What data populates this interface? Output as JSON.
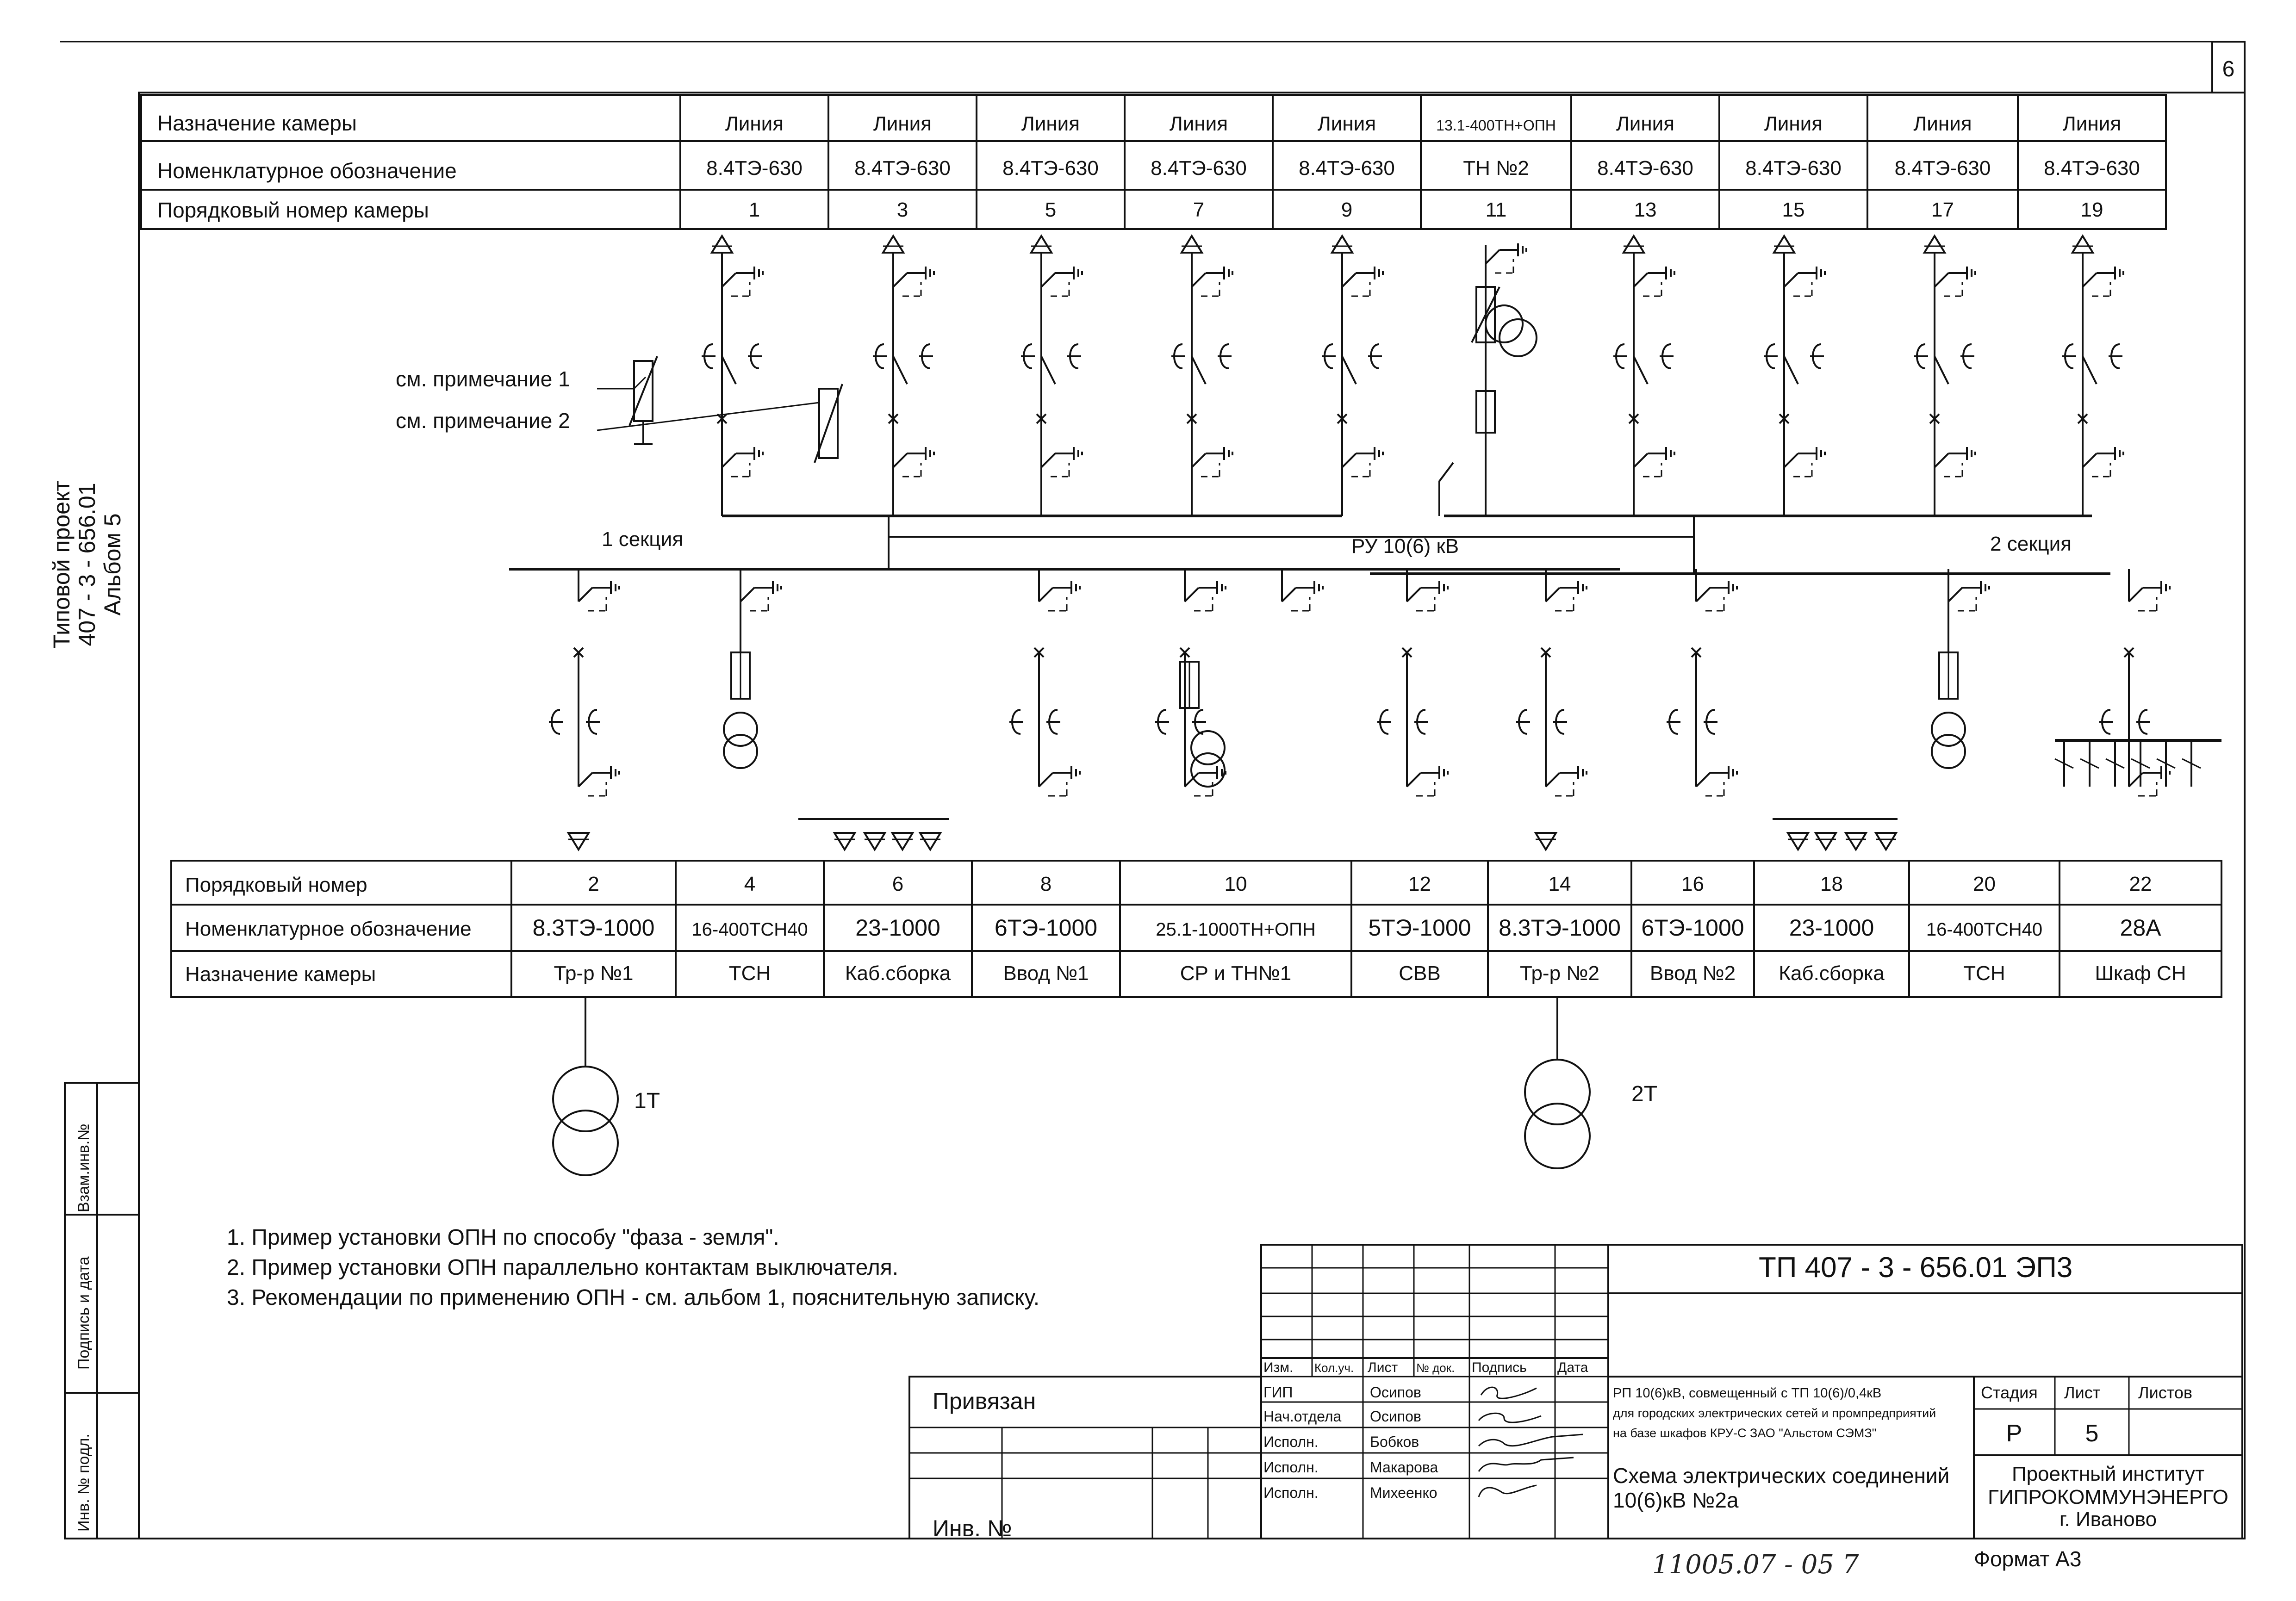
{
  "page_number": "6",
  "side_stamp": {
    "line1": "Типовой проект",
    "line2": "407 - 3 - 656.01",
    "line3": "Альбом 5"
  },
  "left_strip": {
    "vzam": "Взам.инв.№",
    "podpis": "Подпись и дата",
    "inv": "Инв. № подл."
  },
  "top_table": {
    "row_labels": [
      "Назначение камеры",
      "Номенклатурное обозначение",
      "Порядковый номер камеры"
    ],
    "columns": [
      {
        "purpose": "Линия",
        "designation": "8.4ТЭ-630",
        "number": "1"
      },
      {
        "purpose": "Линия",
        "designation": "8.4ТЭ-630",
        "number": "3"
      },
      {
        "purpose": "Линия",
        "designation": "8.4ТЭ-630",
        "number": "5"
      },
      {
        "purpose": "Линия",
        "designation": "8.4ТЭ-630",
        "number": "7"
      },
      {
        "purpose": "Линия",
        "designation": "8.4ТЭ-630",
        "number": "9"
      },
      {
        "purpose": "13.1-400ТН+ОПН",
        "designation": "ТН №2",
        "number": "11"
      },
      {
        "purpose": "Линия",
        "designation": "8.4ТЭ-630",
        "number": "13"
      },
      {
        "purpose": "Линия",
        "designation": "8.4ТЭ-630",
        "number": "15"
      },
      {
        "purpose": "Линия",
        "designation": "8.4ТЭ-630",
        "number": "17"
      },
      {
        "purpose": "Линия",
        "designation": "8.4ТЭ-630",
        "number": "19"
      }
    ]
  },
  "diagram_labels": {
    "note_ref_1": "см. примечание 1",
    "note_ref_2": "см. примечание 2",
    "section_1": "1 секция",
    "section_2": "2 секция",
    "switchgear": "РУ 10(6) кВ",
    "transformer_1": "1Т",
    "transformer_2": "2Т"
  },
  "bottom_table": {
    "row_labels": [
      "Порядковый номер",
      "Номенклатурное обозначение",
      "Назначение камеры"
    ],
    "columns": [
      {
        "number": "2",
        "designation": "8.3ТЭ-1000",
        "purpose": "Тр-р №1"
      },
      {
        "number": "4",
        "designation": "16-400ТСН40",
        "purpose": "ТСН"
      },
      {
        "number": "6",
        "designation": "23-1000",
        "purpose": "Каб.сборка"
      },
      {
        "number": "8",
        "designation": "6ТЭ-1000",
        "purpose": "Ввод №1"
      },
      {
        "number": "10",
        "designation": "25.1-1000ТН+ОПН",
        "purpose": "СР и ТН№1"
      },
      {
        "number": "12",
        "designation": "5ТЭ-1000",
        "purpose": "СВВ"
      },
      {
        "number": "14",
        "designation": "8.3ТЭ-1000",
        "purpose": "Тр-р №2"
      },
      {
        "number": "16",
        "designation": "6ТЭ-1000",
        "purpose": "Ввод №2"
      },
      {
        "number": "18",
        "designation": "23-1000",
        "purpose": "Каб.сборка"
      },
      {
        "number": "20",
        "designation": "16-400ТСН40",
        "purpose": "ТСН"
      },
      {
        "number": "22",
        "designation": "28А",
        "purpose": "Шкаф СН"
      }
    ]
  },
  "notes": [
    "1. Пример установки ОПН по способу \"фаза - земля\".",
    "2. Пример установки ОПН параллельно контактам выключателя.",
    "3. Рекомендации по применению ОПН - см. альбом 1, пояснительную записку."
  ],
  "title_block": {
    "code": "ТП 407 - 3 - 656.01      ЭП3",
    "privyazan": "Привязан",
    "inv_no": "Инв. №",
    "headers": [
      "Изм.",
      "Кол.уч.",
      "Лист",
      "№ док.",
      "Подпись",
      "Дата"
    ],
    "staff": [
      {
        "role": "ГИП",
        "name": "Осипов"
      },
      {
        "role": "Нач.отдела",
        "name": "Осипов"
      },
      {
        "role": "Исполн.",
        "name": "Бобков"
      },
      {
        "role": "Исполн.",
        "name": "Макарова"
      },
      {
        "role": "Исполн.",
        "name": "Михеенко"
      }
    ],
    "object_line1": "РП 10(6)кВ, совмещенный с ТП 10(6)/0,4кВ",
    "object_line2": "для городских электрических сетей и промпредприятий",
    "object_line3": "на базе шкафов КРУ-С ЗАО \"Альстом СЭМЗ\"",
    "stage_label": "Стадия",
    "sheet_label": "Лист",
    "sheets_label": "Листов",
    "stage": "Р",
    "sheet": "5",
    "drawing_title_1": "Схема электрических соединений",
    "drawing_title_2": "10(6)кВ №2а",
    "org_1": "Проектный институт",
    "org_2": "ГИПРОКОММУНЭНЕРГО",
    "org_3": "г. Иваново",
    "format": "Формат А3",
    "archive_no": "11005.07 - 05   7"
  }
}
